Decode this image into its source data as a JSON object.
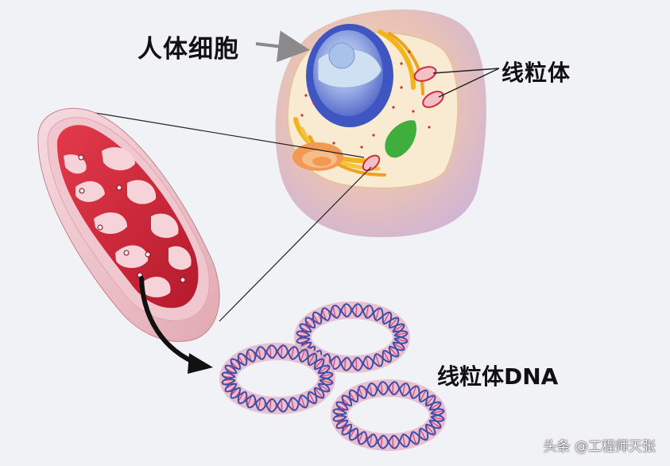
{
  "labels": {
    "cell": "人体细胞",
    "mitochondria": "线粒体",
    "mtdna": "线粒体DNA"
  },
  "watermark": "头条 @工程师天张",
  "colors": {
    "background": "#f1f2f6",
    "mitochondria": "#d42a3c",
    "nucleus": "#4f63c9",
    "dna_ring": "#e9b6c8",
    "dna_strand": "#3d4fa8",
    "dna_rungs": "#e0457a"
  }
}
